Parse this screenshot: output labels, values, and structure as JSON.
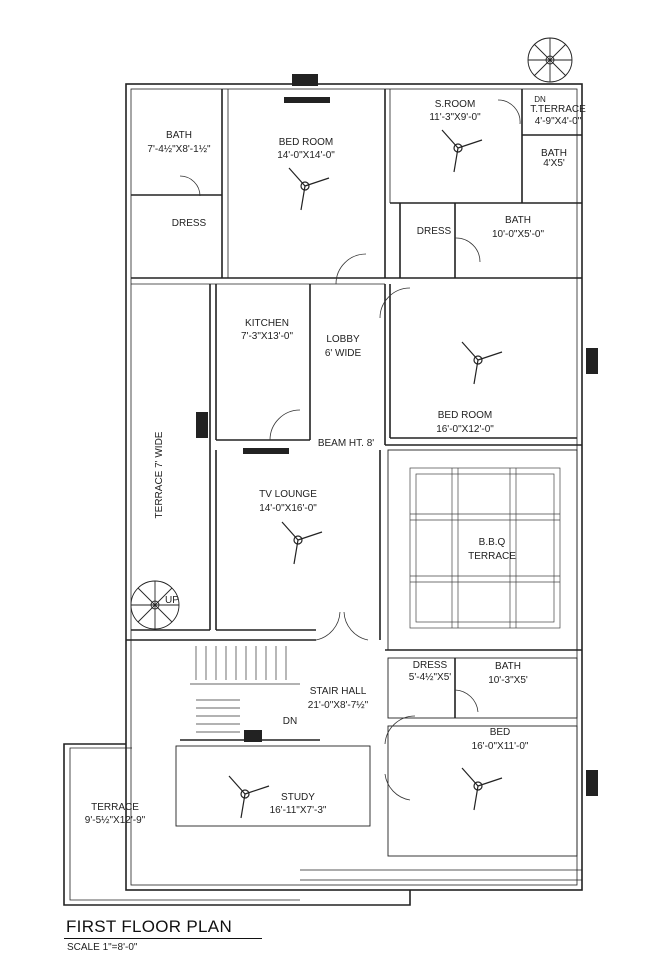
{
  "plan": {
    "title": "FIRST FLOOR PLAN",
    "scale": "SCALE  1\"=8'-0\"",
    "rooms": [
      {
        "id": "bath1",
        "name": "BATH",
        "size": "7'-4½\"X8'-1½\""
      },
      {
        "id": "bed1",
        "name": "BED ROOM",
        "size": "14'-0\"X14'-0\""
      },
      {
        "id": "sroom",
        "name": "S.ROOM",
        "size": "11'-3\"X9'-0\""
      },
      {
        "id": "tterrace",
        "name": "T.TERRACE",
        "size": "4'-9\"X4'-0\""
      },
      {
        "id": "bath2",
        "name": "BATH",
        "size": "4'X5'"
      },
      {
        "id": "dress1",
        "name": "DRESS",
        "size": ""
      },
      {
        "id": "dress2",
        "name": "DRESS",
        "size": ""
      },
      {
        "id": "bath3",
        "name": "BATH",
        "size": "10'-0\"X5'-0\""
      },
      {
        "id": "kitchen",
        "name": "KITCHEN",
        "size": "7'-3\"X13'-0\""
      },
      {
        "id": "lobby",
        "name": "LOBBY",
        "size": "6' WIDE"
      },
      {
        "id": "bed2",
        "name": "BED ROOM",
        "size": "16'-0\"X12'-0\""
      },
      {
        "id": "beam",
        "name": "BEAM HT. 8'",
        "size": ""
      },
      {
        "id": "tv",
        "name": "TV LOUNGE",
        "size": "14'-0\"X16'-0\""
      },
      {
        "id": "bbq",
        "name": "B.B.Q",
        "size": "TERRACE"
      },
      {
        "id": "terrace7",
        "name": "TERRACE 7' WIDE",
        "size": ""
      },
      {
        "id": "up",
        "name": "UP",
        "size": ""
      },
      {
        "id": "dress3",
        "name": "DRESS",
        "size": "5'-4½\"X5'"
      },
      {
        "id": "bath4",
        "name": "BATH",
        "size": "10'-3\"X5'"
      },
      {
        "id": "stair",
        "name": "STAIR HALL",
        "size": "21'-0\"X8'-7½\""
      },
      {
        "id": "dn",
        "name": "DN",
        "size": ""
      },
      {
        "id": "bed3",
        "name": "BED",
        "size": "16'-0\"X11'-0\""
      },
      {
        "id": "study",
        "name": "STUDY",
        "size": "16'-11\"X7'-3\""
      },
      {
        "id": "terrace2",
        "name": "TERRACE",
        "size": "9'-5½\"X12'-9\""
      },
      {
        "id": "dn2",
        "name": "DN",
        "size": ""
      }
    ]
  }
}
